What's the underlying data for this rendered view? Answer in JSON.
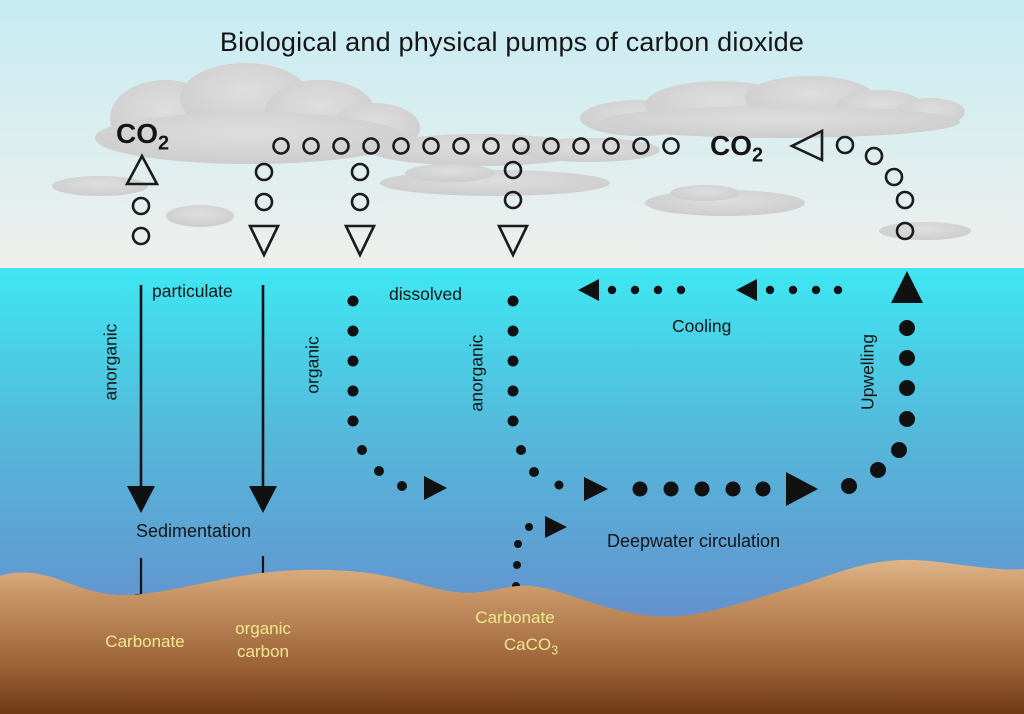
{
  "title": "Biological and physical pumps of carbon dioxide",
  "colors": {
    "sky-top": "#c6ebf2",
    "sky-bottom": "#efefec",
    "ocean-top": "#3fe7f2",
    "ocean-mid": "#55b7da",
    "ocean-bottom": "#6c7bc4",
    "sand-light": "#dfb68a",
    "sand-dark": "#6f3a14",
    "cloud": "#d2d2d2",
    "ink": "#151515",
    "sediment-label": "#efe98d"
  },
  "labels": {
    "co2_base": "CO",
    "co2_sub": "2",
    "particulate": "particulate",
    "dissolved": "dissolved",
    "anorganic_left": "anorganic",
    "organic_pump": "organic",
    "anorganic_pump": "anorganic",
    "cooling": "Cooling",
    "upwelling": "Upwelling",
    "sedimentation": "Sedimentation",
    "deepwater_circulation": "Deepwater circulation",
    "carbonate": "Carbonate",
    "organic_carbon_line1": "organic",
    "organic_carbon_line2": "carbon",
    "caco3_title": "Carbonate",
    "caco3_base": "CaCO",
    "caco3_sub": "3"
  }
}
